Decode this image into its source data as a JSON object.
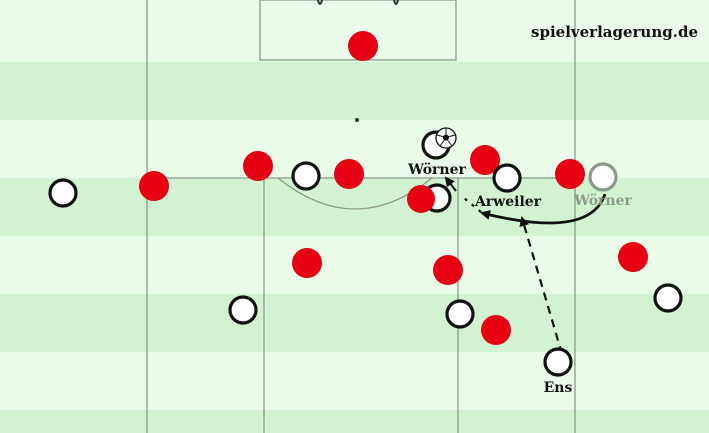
{
  "watermark": "spielverlagerung.de",
  "colors": {
    "stripe_light": "#eafbea",
    "stripe_dark": "#d2f3d2",
    "line": "#8a9a8a",
    "red_player": "#e60012",
    "white_player": "#ffffff",
    "ghost_player": "#8a9a8a",
    "ink": "#111111"
  },
  "labels": {
    "worner": "Wörner",
    "arweiler": "Arweiler",
    "worner_ghost": "Wörner",
    "ens": "Ens"
  },
  "icons": {
    "ball": "soccer-ball-icon"
  }
}
